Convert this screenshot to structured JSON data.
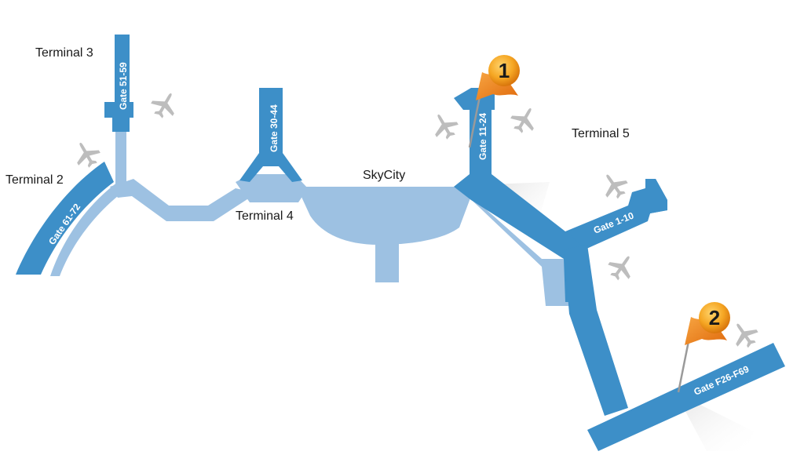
{
  "terminals": {
    "t2": "Terminal 2",
    "t3": "Terminal 3",
    "t4": "Terminal 4",
    "t5": "Terminal 5",
    "skycity": "SkyCity"
  },
  "gates": {
    "g61_72": "Gate 61-72",
    "g51_59": "Gate 51-59",
    "g30_44": "Gate 30-44",
    "g11_24": "Gate 11-24",
    "g1_10": "Gate 1-10",
    "gF26_F69": "Gate F26-F69"
  },
  "markers": {
    "m1": "1",
    "m2": "2"
  },
  "colors": {
    "gate_blue": "#3d8fc8",
    "corridor_light": "#9dc1e2",
    "plane_gray": "#bdbdbd",
    "flag_orange": "#f28c1e",
    "badge_orange": "#f5a623"
  }
}
